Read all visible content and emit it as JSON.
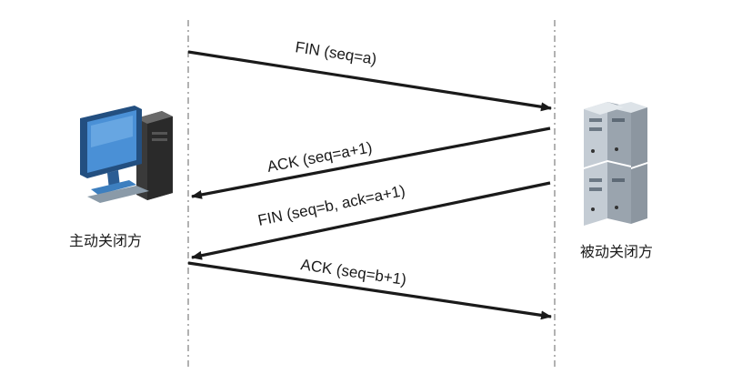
{
  "left_party": {
    "label": "主动关闭方",
    "icon": "desktop-computer-icon"
  },
  "right_party": {
    "label": "被动关闭方",
    "icon": "server-rack-icon"
  },
  "messages": [
    {
      "label": "FIN (seq=a)",
      "direction": "left-to-right"
    },
    {
      "label": "ACK (seq=a+1)",
      "direction": "right-to-left"
    },
    {
      "label": "FIN (seq=b, ack=a+1)",
      "direction": "right-to-left"
    },
    {
      "label": "ACK (seq=b+1)",
      "direction": "left-to-right"
    }
  ],
  "colors": {
    "arrow": "#1a1a1a",
    "lifeline": "#888888",
    "monitor": "#3d7fbf",
    "server": "#b8c0c8"
  }
}
